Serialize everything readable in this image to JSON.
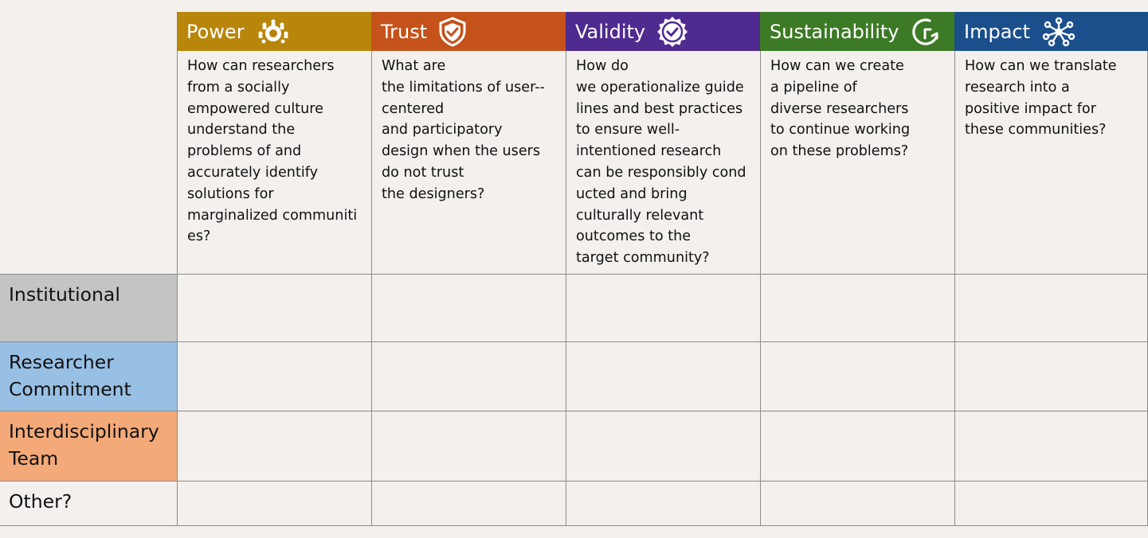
{
  "columns": [
    {
      "title": "Power",
      "icon": "people-circle-icon",
      "color": "#b8860b",
      "question": "How can researchers\nfrom a socially\nempowered culture\nunderstand the\nproblems of and\naccurately identify\nsolutions for\nmarginalized communiti\nes?"
    },
    {
      "title": "Trust",
      "icon": "shield-check-icon",
      "color": "#c4521a",
      "question": "What are\nthe limitations of user--\ncentered\nand participatory\ndesign when the users\ndo not trust\nthe designers?"
    },
    {
      "title": "Validity",
      "icon": "verified-badge-icon",
      "color": "#4f2a8f",
      "question": "How do\nwe operationalize guide\nlines and best practices\nto ensure well-\nintentioned research\ncan be responsibly cond\nucted and bring\nculturally relevant\noutcomes to the\ntarget community?"
    },
    {
      "title": "Sustainability",
      "icon": "cycle-arrow-icon",
      "color": "#3d7a26",
      "question": "How can we create\na pipeline of\ndiverse researchers\nto continue working\non these problems?"
    },
    {
      "title": "Impact",
      "icon": "network-hub-icon",
      "color": "#1b4f8c",
      "question": "How can we translate\nresearch into a\npositive impact for\nthese communities?"
    }
  ],
  "rows": [
    {
      "label": "Institutional",
      "color": "#c4c4c4"
    },
    {
      "label": "Researcher\nCommitment",
      "color": "#98bfe4"
    },
    {
      "label": "Interdisciplinary\nTeam",
      "color": "#f3a978"
    },
    {
      "label": "Other?",
      "color": "#f3f0ed"
    }
  ]
}
